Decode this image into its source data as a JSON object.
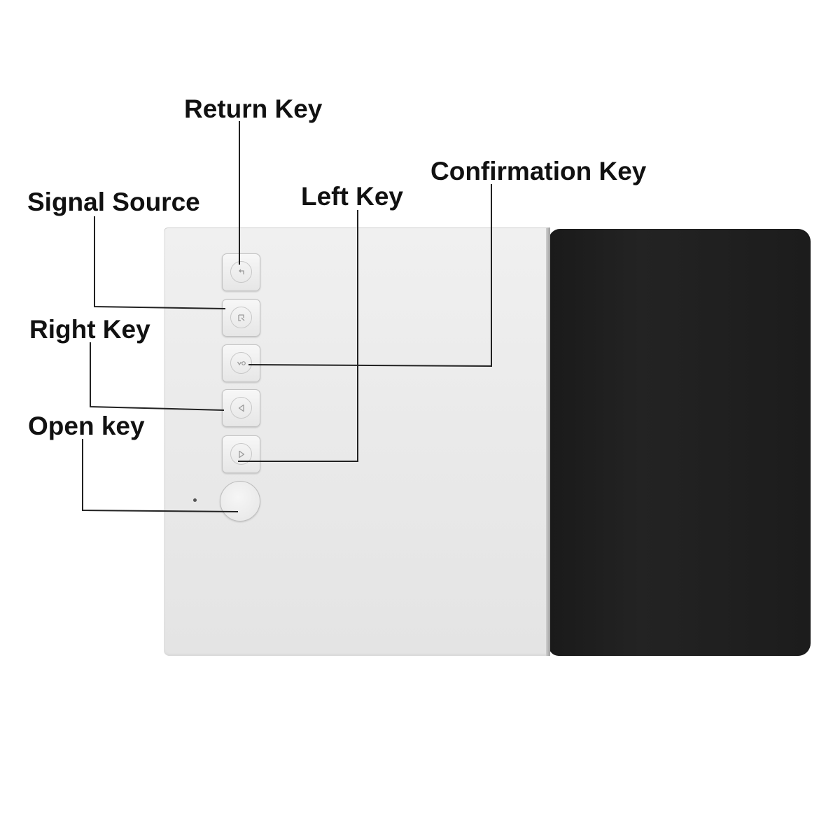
{
  "labels": {
    "return_key": "Return Key",
    "signal_source": "Signal Source",
    "left_key": "Left Key",
    "confirmation_key": "Confirmation Key",
    "right_key": "Right Key",
    "open_key": "Open key"
  },
  "key_icons": {
    "return": "return-arrow-icon",
    "source": "signal-source-icon",
    "ok": "ok-icon",
    "left": "left-triangle-icon",
    "right": "right-triangle-icon",
    "power": "power-button"
  },
  "colors": {
    "device_body": "#ececec",
    "device_lens_housing": "#1e1e1e",
    "leader_line": "#222222",
    "label_text": "#111111"
  }
}
